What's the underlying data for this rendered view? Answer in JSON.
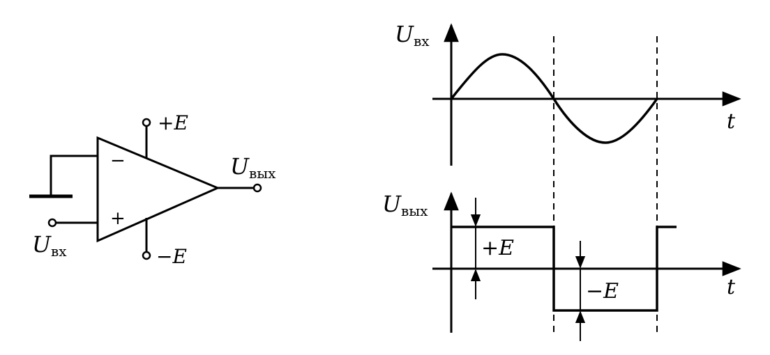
{
  "opamp": {
    "minus_sign": "−",
    "plus_sign": "+",
    "supply_pos": "+E",
    "supply_neg": "−E",
    "input_label_main": "U",
    "input_label_sub": "вх",
    "output_label_main": "U",
    "output_label_sub": "вых"
  },
  "input_plot": {
    "ylabel_main": "U",
    "ylabel_sub": "вх",
    "xlabel": "t"
  },
  "output_plot": {
    "ylabel_main": "U",
    "ylabel_sub": "вых",
    "xlabel": "t",
    "pos_level_label": "+E",
    "neg_level_label": "−E"
  }
}
